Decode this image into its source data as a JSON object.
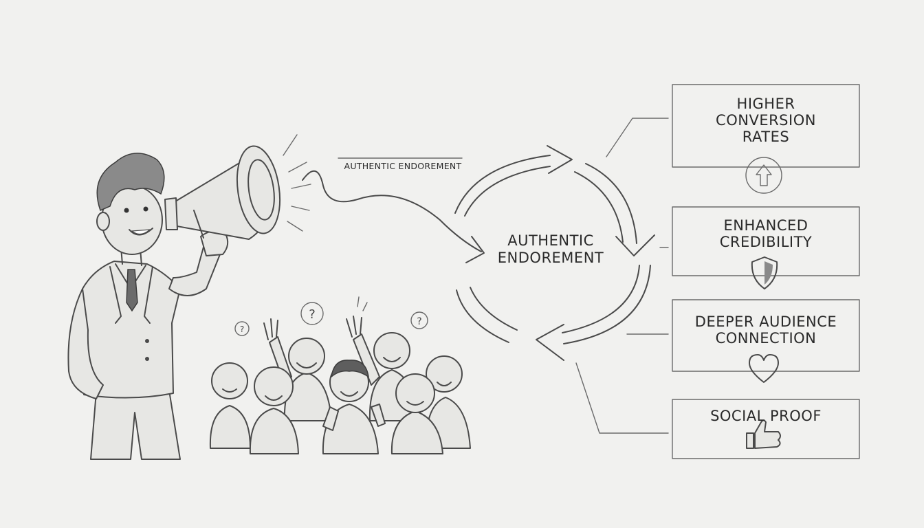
{
  "diagram": {
    "arrow_label": "AUTHENTIC ENDOREMENT",
    "center_label_line1": "AUTHENTIC",
    "center_label_line2": "ENDOREMENT",
    "benefits": [
      {
        "line1": "HIGHER",
        "line2": "CONVERSION",
        "line3": "RATES",
        "icon": "up-arrow-icon"
      },
      {
        "line1": "ENHANCED",
        "line2": "CREDIBILITY",
        "icon": "shield-icon"
      },
      {
        "line1": "DEEPER AUDIENCE",
        "line2": "CONNECTION",
        "icon": "heart-icon"
      },
      {
        "line1": "SOCIAL PROOF",
        "icon": "thumbs-up-icon"
      }
    ]
  }
}
